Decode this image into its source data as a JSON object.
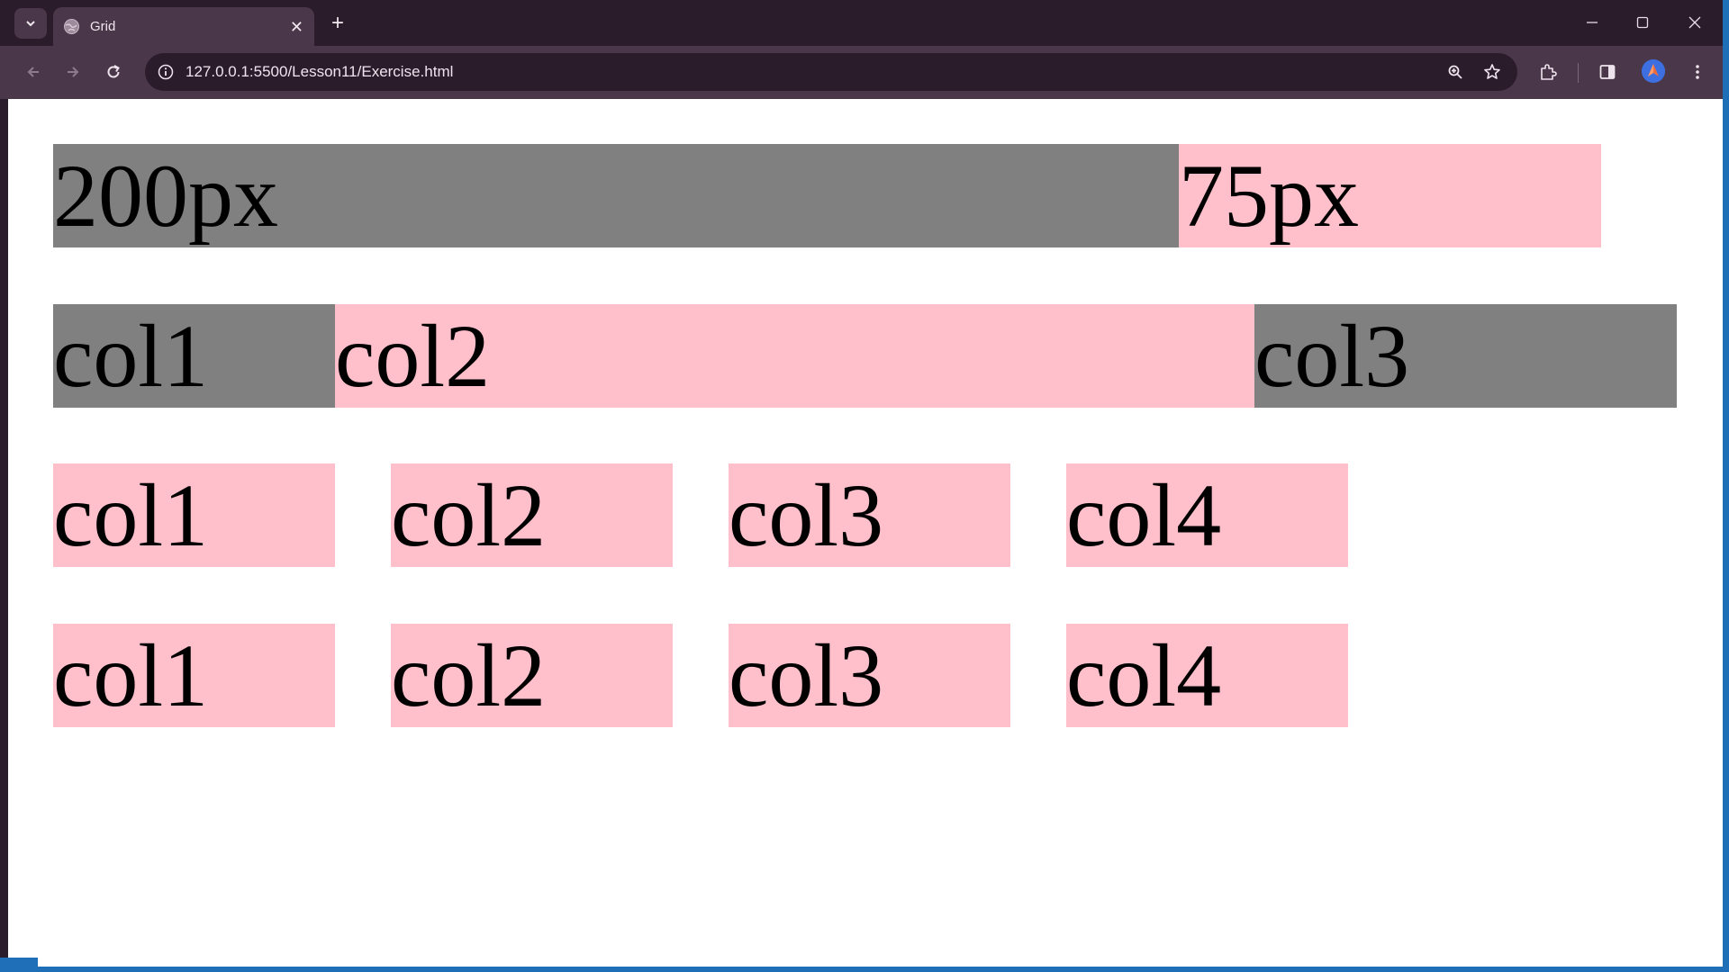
{
  "browser": {
    "tab": {
      "title": "Grid"
    },
    "address_bar": {
      "url": "127.0.0.1:5500/Lesson11/Exercise.html"
    },
    "icons": {
      "tab_search": "chevron-down-icon",
      "favicon": "globe-icon",
      "close_tab": "close-icon",
      "new_tab": "plus-icon",
      "back": "arrow-left-icon",
      "forward": "arrow-right-icon",
      "reload": "reload-icon",
      "site_info": "info-icon",
      "zoom": "zoom-icon",
      "bookmark": "star-icon",
      "extensions": "puzzle-icon",
      "side_panel": "side-panel-icon",
      "profile": "avatar",
      "menu": "kebab-menu-icon"
    },
    "colors": {
      "frame": "#2b1c2c",
      "toolbar": "#4a3749",
      "page_background": "#ffffff"
    }
  },
  "page": {
    "colors": {
      "gray": "#808080",
      "pink": "#ffc0cb"
    },
    "rows": [
      {
        "cells": [
          "200px",
          "75px"
        ]
      },
      {
        "cells": [
          "col1",
          "col2",
          "col3"
        ]
      },
      {
        "cells": [
          "col1",
          "col2",
          "col3",
          "col4"
        ]
      },
      {
        "cells": [
          "col1",
          "col2",
          "col3",
          "col4"
        ]
      }
    ]
  }
}
